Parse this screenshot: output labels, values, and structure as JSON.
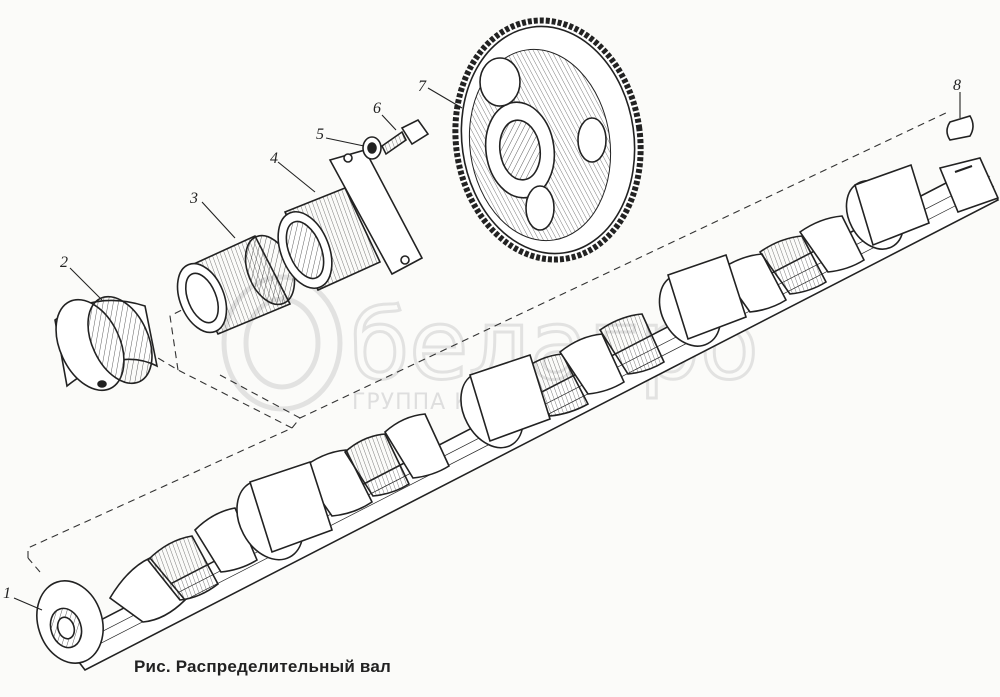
{
  "caption": "Рис. Распределительный вал",
  "watermark": {
    "brand": "белагро",
    "subtitle": "ГРУППА КОМПАНИЙ"
  },
  "parts": [
    {
      "number": "1",
      "name": "camshaft"
    },
    {
      "number": "2",
      "name": "bushing-flanged"
    },
    {
      "number": "3",
      "name": "bushing"
    },
    {
      "number": "4",
      "name": "thrust-flange"
    },
    {
      "number": "5",
      "name": "washer"
    },
    {
      "number": "6",
      "name": "bolt"
    },
    {
      "number": "7",
      "name": "camshaft-gear"
    },
    {
      "number": "8",
      "name": "key"
    }
  ],
  "colors": {
    "ink": "#222222",
    "paper": "#fbfbf9",
    "watermark": "#d9d9d9"
  }
}
